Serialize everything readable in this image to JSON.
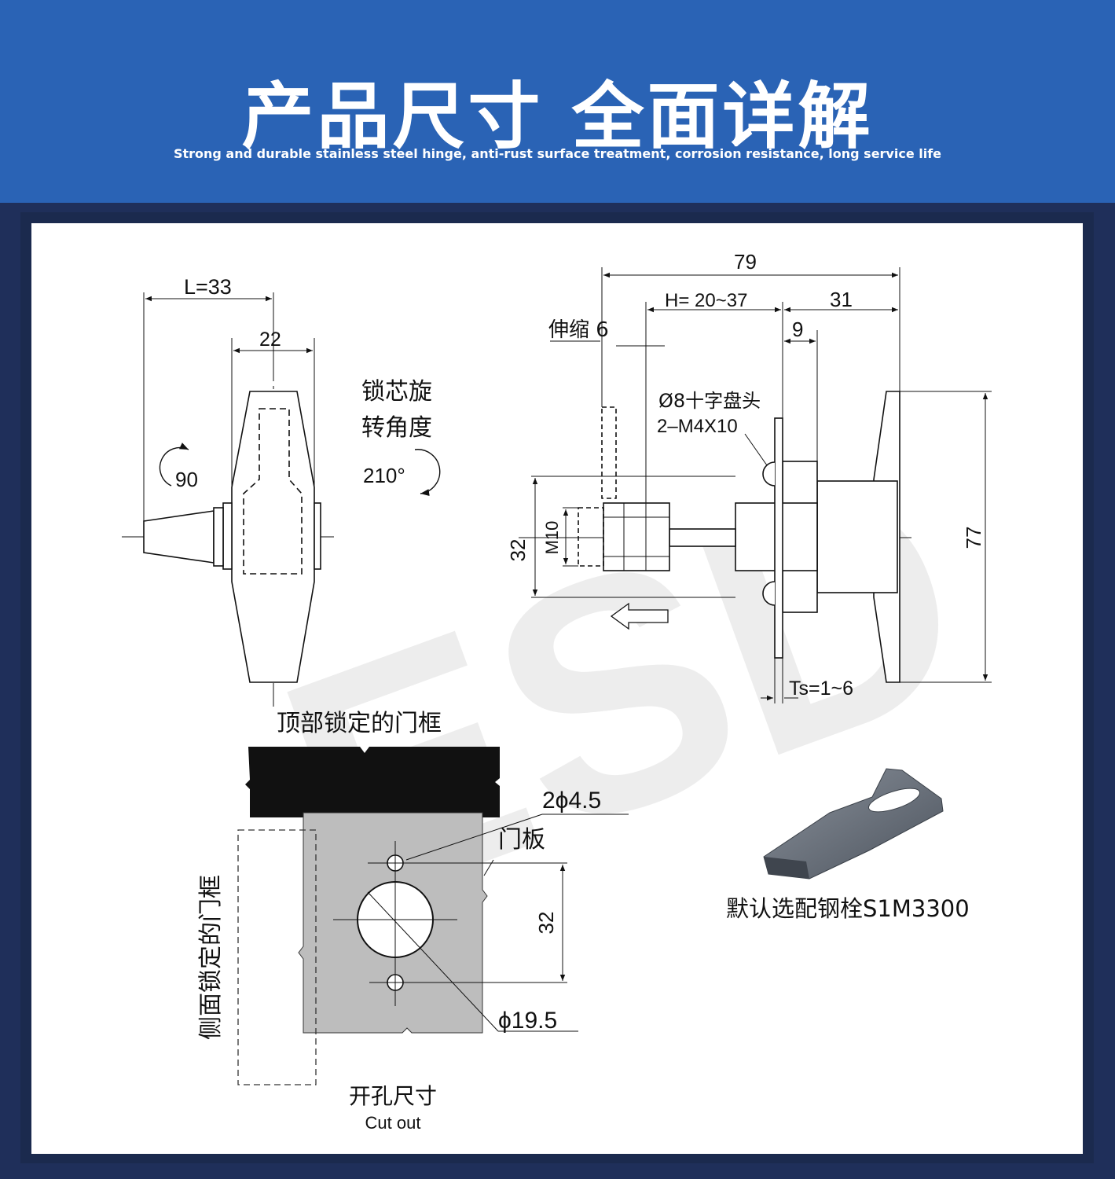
{
  "header": {
    "title": "产品尺寸 全面详解",
    "subtitle": "Strong and durable stainless steel hinge, anti-rust surface treatment, corrosion resistance, long service life"
  },
  "front_view": {
    "dim_length": "L=33",
    "dim_width": "22",
    "rotation_angle": "90"
  },
  "rotation_note": {
    "line1": "锁芯旋",
    "line2": "转角度",
    "angle": "210°"
  },
  "side_view": {
    "dim_total": "79",
    "dim_h": "H= 20~37",
    "dim_31": "31",
    "dim_9": "9",
    "stretch": "伸缩 6",
    "screw_line1": "Ø8十字盘头",
    "screw_line2": "2–M4X10",
    "dim_32": "32",
    "thread": "M10",
    "dim_77": "77",
    "thickness": "Ts=1~6"
  },
  "cutout": {
    "top_frame_label": "顶部锁定的门框",
    "side_frame_label": "侧面锁定的门框",
    "hole_label": "2ϕ4.5",
    "door_panel_label": "门板",
    "dim_32": "32",
    "diameter": "ϕ19.5",
    "title_cn": "开孔尺寸",
    "title_en": "Cut out"
  },
  "accessory": {
    "label": "默认选配钢栓S1M3300"
  },
  "colors": {
    "header_bg": "#2a63b5",
    "frame_bg": "#1b2a4e",
    "door_panel": "#bdbdbd",
    "frame_black": "#111111",
    "latch_grey": "#6e7580"
  }
}
